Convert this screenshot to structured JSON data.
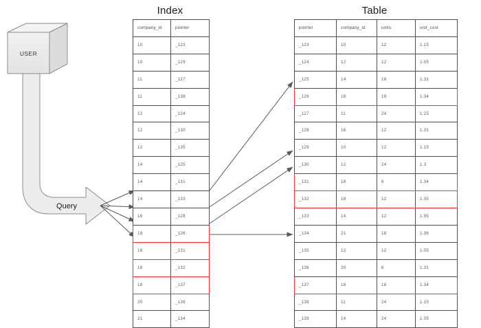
{
  "titles": {
    "index": "Index",
    "table": "Table"
  },
  "actors": {
    "user_label": "USER",
    "query_label": "Query"
  },
  "colors": {
    "highlight": "#ff3333",
    "grid_border": "#4d4d4d",
    "shape_fill": "#ededed",
    "shape_stroke": "#8c8c8c",
    "arrow_stroke": "#595959",
    "text": "#5a5a5a",
    "background": "#ffffff"
  },
  "index_table": {
    "headers": [
      "company_id",
      "pointer"
    ],
    "rows": [
      {
        "company_id": "10",
        "pointer": "_123",
        "highlight": false
      },
      {
        "company_id": "10",
        "pointer": "_129",
        "highlight": false
      },
      {
        "company_id": "11",
        "pointer": "_127",
        "highlight": false
      },
      {
        "company_id": "11",
        "pointer": "_138",
        "highlight": false
      },
      {
        "company_id": "12",
        "pointer": "_124",
        "highlight": false
      },
      {
        "company_id": "12",
        "pointer": "_130",
        "highlight": false
      },
      {
        "company_id": "12",
        "pointer": "_135",
        "highlight": false
      },
      {
        "company_id": "14",
        "pointer": "_125",
        "highlight": false
      },
      {
        "company_id": "14",
        "pointer": "_131",
        "highlight": false
      },
      {
        "company_id": "14",
        "pointer": "_133",
        "highlight": false
      },
      {
        "company_id": "16",
        "pointer": "_128",
        "highlight": false
      },
      {
        "company_id": "18",
        "pointer": "_126",
        "highlight": true
      },
      {
        "company_id": "18",
        "pointer": "_131",
        "highlight": true
      },
      {
        "company_id": "18",
        "pointer": "_132",
        "highlight": true
      },
      {
        "company_id": "18",
        "pointer": "_137",
        "highlight": true
      },
      {
        "company_id": "20",
        "pointer": "_136",
        "highlight": false
      },
      {
        "company_id": "21",
        "pointer": "_134",
        "highlight": false
      }
    ]
  },
  "data_table": {
    "headers": [
      "pointer",
      "company_id",
      "units",
      "unit_cost"
    ],
    "rows": [
      {
        "pointer": "_123",
        "company_id": "10",
        "units": "12",
        "unit_cost": "1.15",
        "highlight": false
      },
      {
        "pointer": "_124",
        "company_id": "12",
        "units": "12",
        "unit_cost": "1.05",
        "highlight": false
      },
      {
        "pointer": "_125",
        "company_id": "14",
        "units": "18",
        "unit_cost": "1.31",
        "highlight": false
      },
      {
        "pointer": "_126",
        "company_id": "18",
        "units": "18",
        "unit_cost": "1.34",
        "highlight": true
      },
      {
        "pointer": "_127",
        "company_id": "11",
        "units": "24",
        "unit_cost": "1.15",
        "highlight": false
      },
      {
        "pointer": "_128",
        "company_id": "16",
        "units": "12",
        "unit_cost": "1.31",
        "highlight": false
      },
      {
        "pointer": "_129",
        "company_id": "10",
        "units": "12",
        "unit_cost": "1.15",
        "highlight": false
      },
      {
        "pointer": "_130",
        "company_id": "12",
        "units": "24",
        "unit_cost": "1.3",
        "highlight": false
      },
      {
        "pointer": "_131",
        "company_id": "18",
        "units": "6",
        "unit_cost": "1.34",
        "highlight": true
      },
      {
        "pointer": "_132",
        "company_id": "18",
        "units": "12",
        "unit_cost": "1.35",
        "highlight": true
      },
      {
        "pointer": "_133",
        "company_id": "14",
        "units": "12",
        "unit_cost": "1.95",
        "highlight": false
      },
      {
        "pointer": "_134",
        "company_id": "21",
        "units": "18",
        "unit_cost": "1.36",
        "highlight": false
      },
      {
        "pointer": "_135",
        "company_id": "12",
        "units": "12",
        "unit_cost": "1.05",
        "highlight": false
      },
      {
        "pointer": "_136",
        "company_id": "20",
        "units": "6",
        "unit_cost": "1.31",
        "highlight": false
      },
      {
        "pointer": "_137",
        "company_id": "18",
        "units": "18",
        "unit_cost": "1.34",
        "highlight": true
      },
      {
        "pointer": "_138",
        "company_id": "11",
        "units": "24",
        "unit_cost": "1.15",
        "highlight": false
      },
      {
        "pointer": "_139",
        "company_id": "14",
        "units": "24",
        "unit_cost": "1.05",
        "highlight": false
      }
    ]
  },
  "connectors": [
    {
      "from_pointer": "_126",
      "to_pointer": "_126"
    },
    {
      "from_pointer": "_131",
      "to_pointer": "_131"
    },
    {
      "from_pointer": "_132",
      "to_pointer": "_132"
    },
    {
      "from_pointer": "_137",
      "to_pointer": "_137"
    }
  ]
}
